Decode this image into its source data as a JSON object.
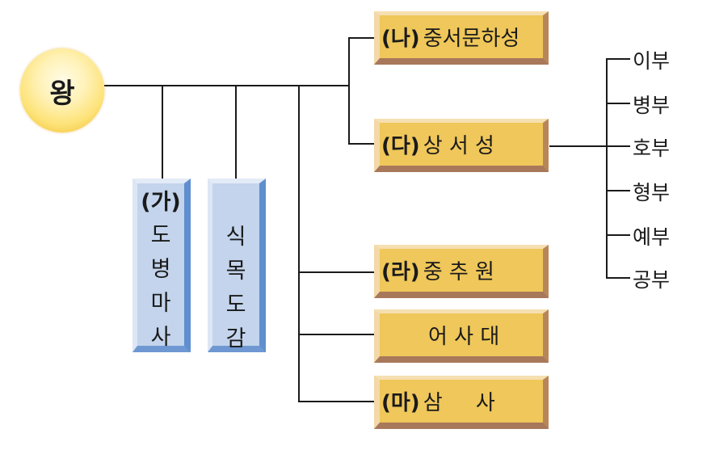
{
  "king": {
    "label": "왕"
  },
  "top_branch": [
    {
      "tag": "(나)",
      "label": "중서문하성"
    },
    {
      "tag": "(다)",
      "label": "상 서 성"
    }
  ],
  "vertical_boxes": [
    {
      "tag": "(가)",
      "chars": [
        "도",
        "병",
        "마",
        "사"
      ]
    },
    {
      "tag": "",
      "chars": [
        "식",
        "목",
        "도",
        "감"
      ]
    }
  ],
  "lower_branch": [
    {
      "tag": "(라)",
      "label": "중 추 원"
    },
    {
      "tag": "",
      "label": "어 사 대"
    },
    {
      "tag": "(마)",
      "label": "삼     사"
    }
  ],
  "six_ministries": [
    "이부",
    "병부",
    "호부",
    "형부",
    "예부",
    "공부"
  ],
  "colors": {
    "gold_box": "#efc75a",
    "blue_box": "#c3d4ec",
    "king_circle": "#f5c842",
    "line": "#1a1a1a"
  }
}
